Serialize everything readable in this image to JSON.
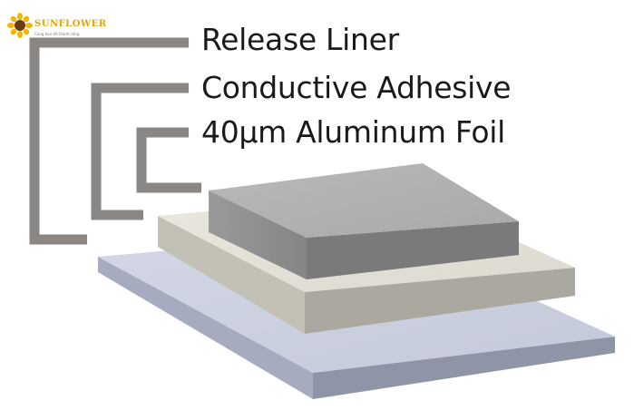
{
  "logo": {
    "name": "SUNFLOWER",
    "tagline": "Cùng bạn tới thành công",
    "color": "#e0a800"
  },
  "layers": [
    {
      "label": "Release Liner",
      "color": "#c8ccdc"
    },
    {
      "label": "Conductive Adhesive",
      "color": "#dddbd1"
    },
    {
      "label": "40μm Aluminum Foil",
      "color": "#b3b3b3"
    }
  ],
  "connector_color": "#8a8683"
}
